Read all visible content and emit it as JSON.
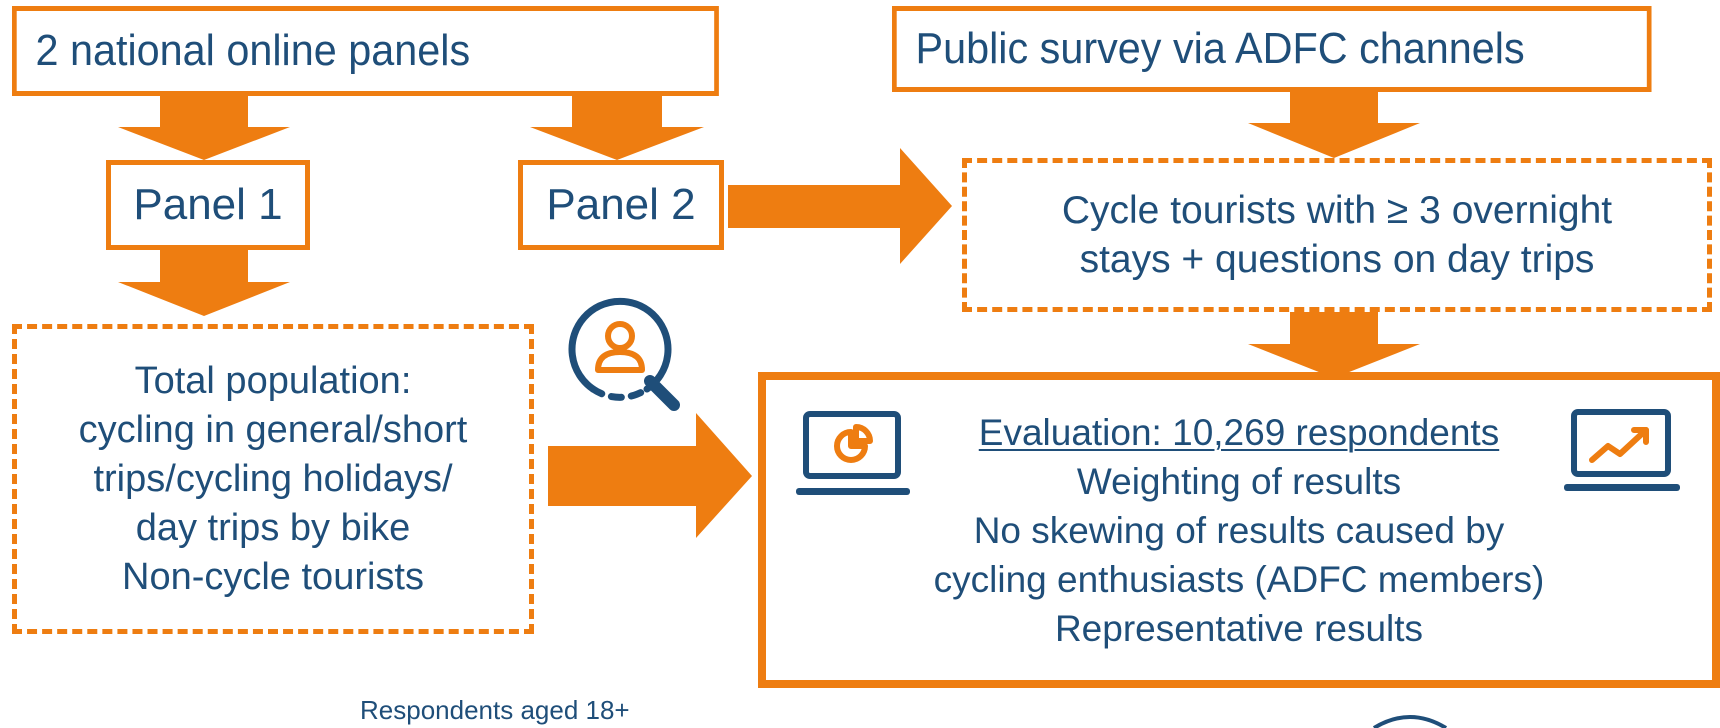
{
  "boxes": {
    "panels_title": "2 national online panels",
    "public_survey": "Public survey via ADFC channels",
    "panel1": "Panel 1",
    "panel2": "Panel 2",
    "cycle_tourists": [
      "Cycle tourists with ≥ 3 overnight",
      "stays + questions on day trips"
    ],
    "total_population": [
      "Total population:",
      "cycling in general/short",
      "trips/cycling holidays/",
      "day trips by bike",
      "Non-cycle tourists"
    ],
    "evaluation": {
      "heading": "Evaluation: 10,269 respondents",
      "lines": [
        "Weighting of results",
        "No skewing of results caused by",
        "cycling enthusiasts (ADFC members)",
        "Representative results"
      ]
    }
  },
  "footnote": "Respondents aged 18+",
  "icons": [
    "search-person-icon",
    "laptop-pie-chart-icon",
    "laptop-line-chart-icon"
  ],
  "colors": {
    "accent": "#ee7d11",
    "text": "#1f4e79"
  }
}
